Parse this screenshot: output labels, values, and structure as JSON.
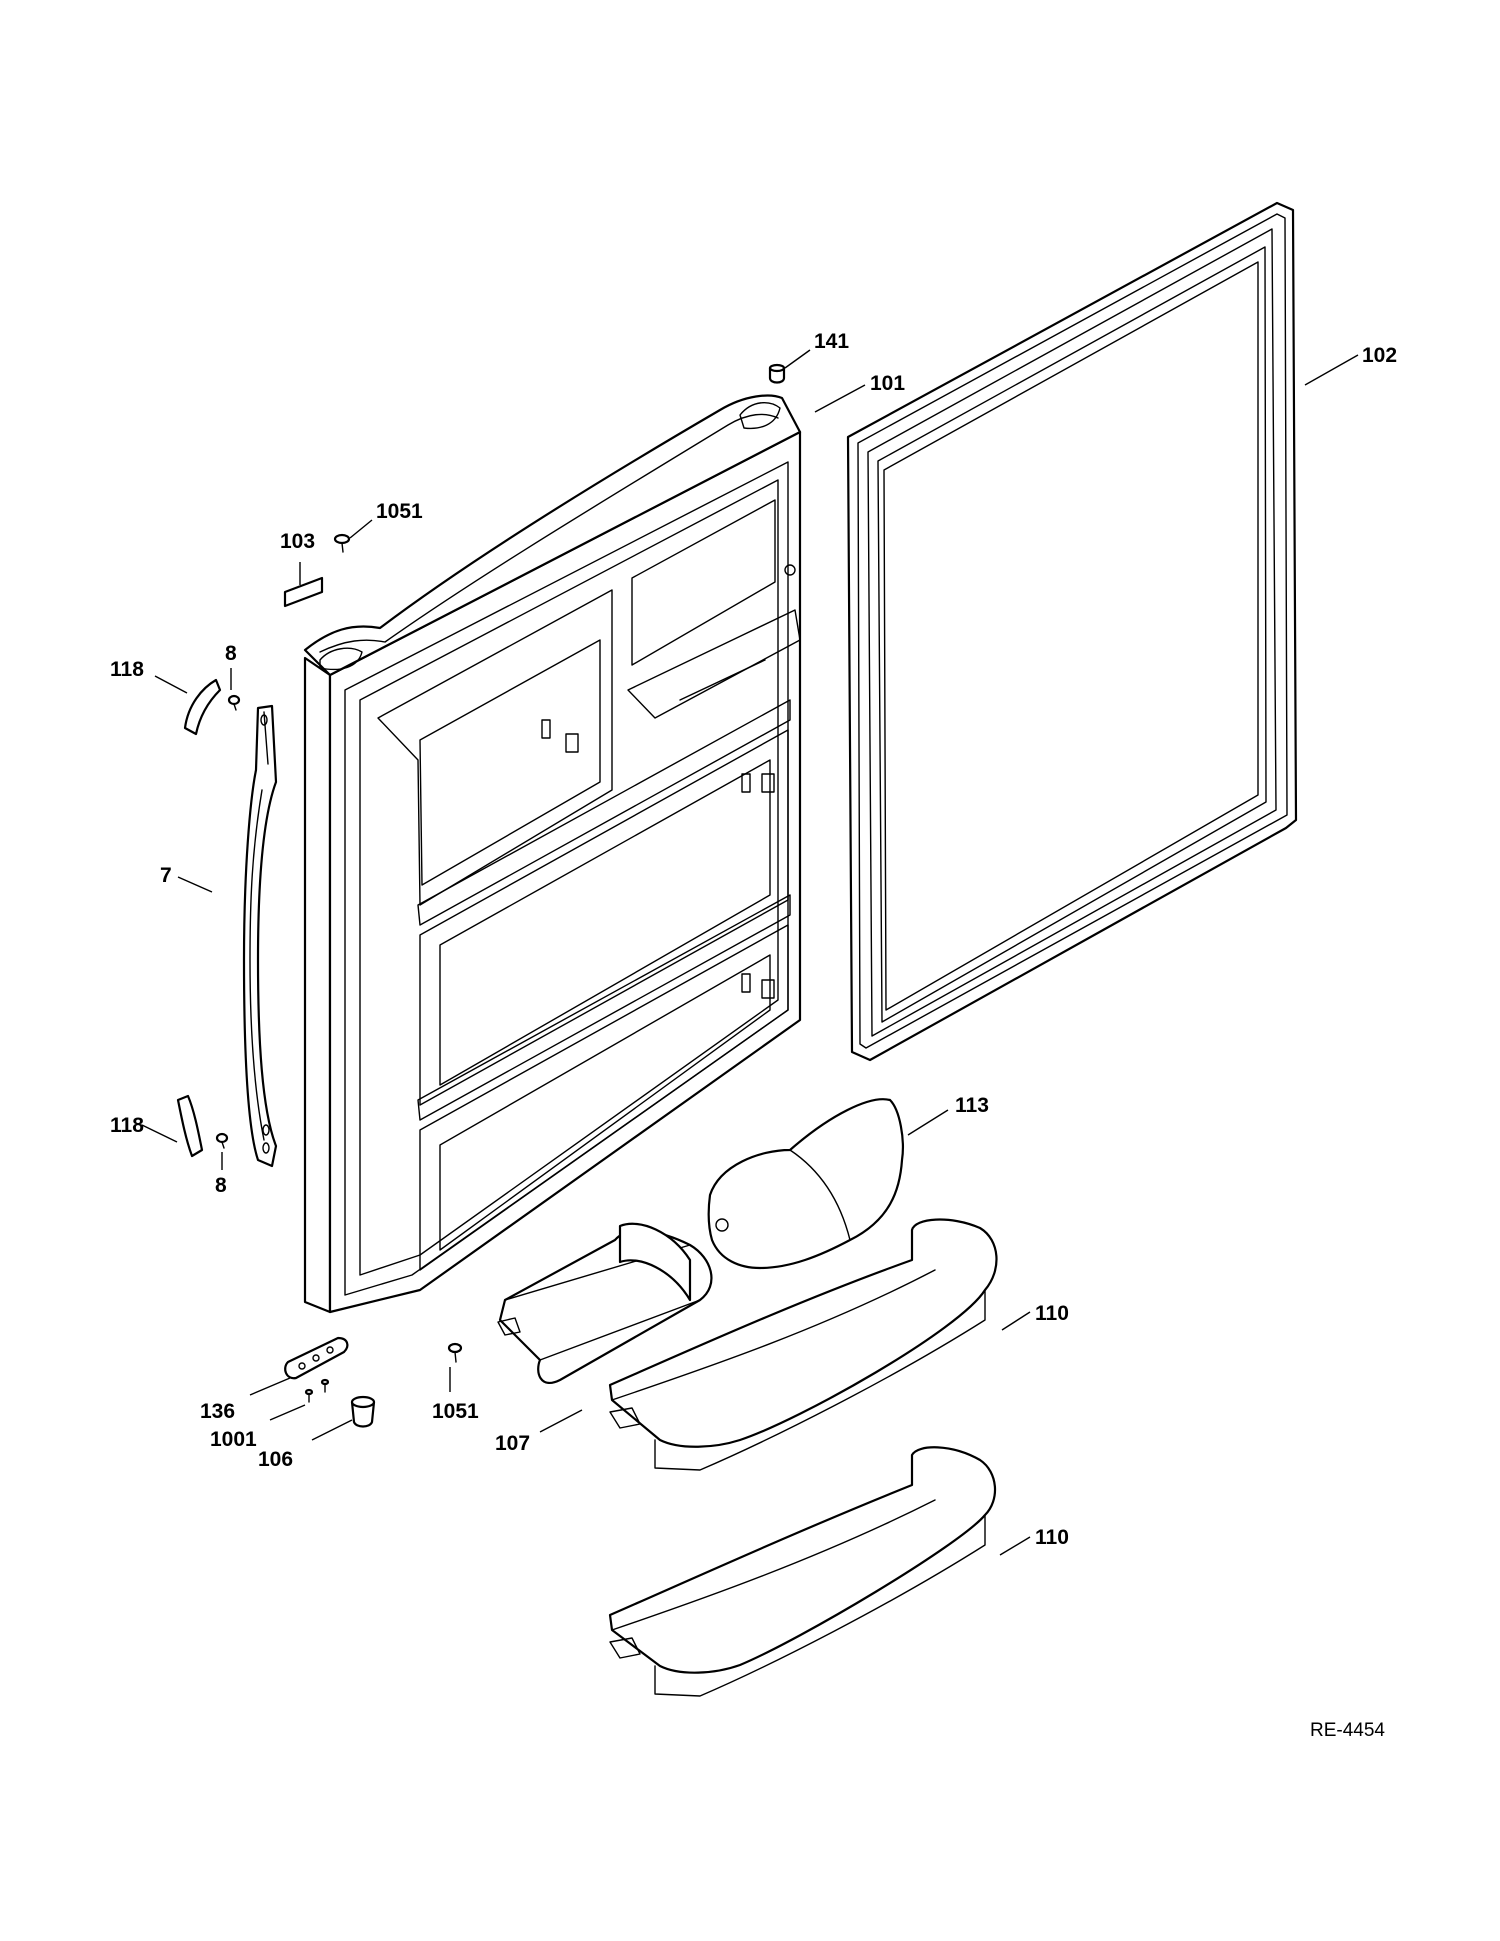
{
  "callouts": {
    "c141": "141",
    "c101": "101",
    "c102": "102",
    "c1051a": "1051",
    "c103": "103",
    "c8a": "8",
    "c118a": "118",
    "c7": "7",
    "c118b": "118",
    "c8b": "8",
    "c113": "113",
    "c110a": "110",
    "c136": "136",
    "c1001": "1001",
    "c106": "106",
    "c1051b": "1051",
    "c107": "107",
    "c110b": "110"
  },
  "reference_code": "RE-4454"
}
